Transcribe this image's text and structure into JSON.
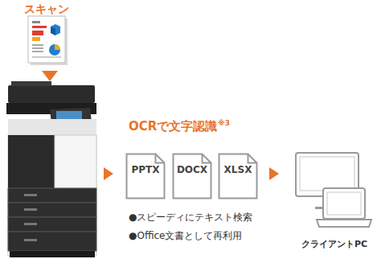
{
  "diagram": {
    "nodes": [
      {
        "text": [
          "PPTX"
        ]
      },
      {
        "text": [
          "DOCX"
        ]
      },
      {
        "text": [
          "XLSX"
        ]
      }
    ],
    "labels": [
      "スキャン",
      "OCRで文字認識",
      "※3",
      "●スピーディにテキスト検索",
      "●Office文書として再利用",
      "クライアントPC"
    ]
  }
}
